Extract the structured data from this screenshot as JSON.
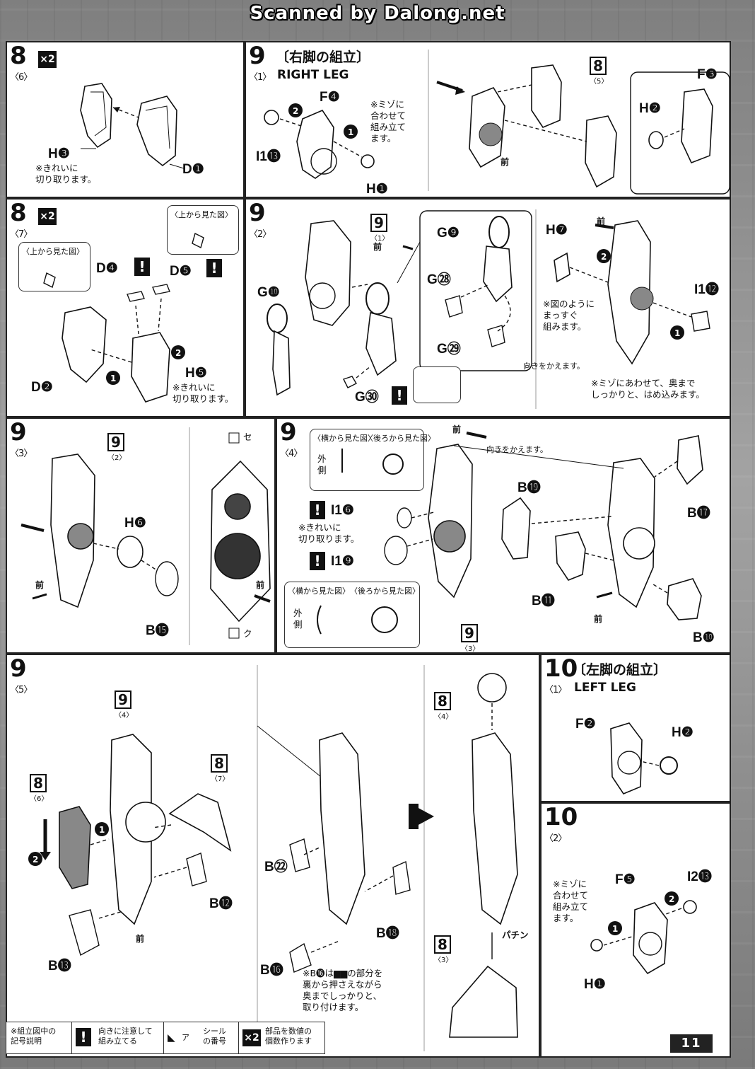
{
  "banner": "Scanned by Dalong.net",
  "page_number": "11",
  "steps": {
    "s8a": {
      "num": "8",
      "sub": "〈6〉",
      "mult": "×2",
      "h3": "H❸",
      "d1": "D❶",
      "note": "※きれいに\n切り取ります。"
    },
    "s9_1": {
      "num": "9",
      "sub": "〈1〉",
      "title_jp": "〔右脚の組立〕",
      "title_en": "RIGHT LEG",
      "f4": "F❹",
      "i1_13": "I1⓭",
      "h1": "H❶",
      "note": "※ミゾに\n合わせて\n組み立て\nます。",
      "ref_num": "8",
      "ref_sub": "〈5〉",
      "h2": "H❷",
      "f3": "F❸",
      "mae": "前"
    },
    "s8b": {
      "num": "8",
      "sub": "〈7〉",
      "mult": "×2",
      "view_top": "〈上から見た図〉",
      "view_top2": "〈上から見た図〉",
      "d4": "D❹",
      "d5": "D❺",
      "d2": "D❷",
      "h5": "H❺",
      "note": "※きれいに\n切り取ります。"
    },
    "s9_2": {
      "num": "9",
      "sub": "〈2〉",
      "g10": "G❿",
      "g9": "G❾",
      "g28": "G㉘",
      "g29": "G㉙",
      "g30": "G㉚",
      "ref_num": "9",
      "ref_sub": "〈1〉",
      "mae1": "前",
      "mae2": "前",
      "h7": "H❼",
      "i1_12": "I1⓬",
      "note1": "※図のように\nまっすぐ\n組みます。",
      "note2": "向きをかえます。",
      "note3": "※ミゾにあわせて、奥まで\nしっかりと、はめ込みます。"
    },
    "s9_3": {
      "num": "9",
      "sub": "〈3〉",
      "ref_num": "9",
      "ref_sub": "〈2〉",
      "h6": "H❻",
      "b15": "B⓯",
      "mae": "前",
      "mae2": "前",
      "seal_top": "セ",
      "seal_bottom": "ク"
    },
    "s9_4": {
      "num": "9",
      "sub": "〈4〉",
      "view_side": "〈横から見た図〉",
      "view_back": "〈後ろから見た図〉",
      "outside": "外\n側",
      "view_side2": "〈横から見た図〉",
      "view_back2": "〈後ろから見た図〉",
      "outside2": "外\n側",
      "i1_6": "I1❻",
      "i1_9": "I1❾",
      "note": "※きれいに\n切り取ります。",
      "mae1": "前",
      "mae2": "前",
      "turn": "向きをかえます。",
      "b19": "B⓳",
      "b17": "B⓱",
      "b11": "B⓫",
      "b10": "B❿",
      "ref_num": "9",
      "ref_sub": "〈3〉"
    },
    "s9_5": {
      "num": "9",
      "sub": "〈5〉",
      "ref_a_num": "9",
      "ref_a_sub": "〈4〉",
      "ref_b_num": "8",
      "ref_b_sub": "〈6〉",
      "ref_c_num": "8",
      "ref_c_sub": "〈7〉",
      "ref_d_num": "8",
      "ref_d_sub": "〈4〉",
      "ref_e_num": "8",
      "ref_e_sub": "〈3〉",
      "b12": "B⓬",
      "b13": "B⓭",
      "b22": "B㉒",
      "b18": "B⓲",
      "b16": "B⓰",
      "mae": "前",
      "pachin": "パチン",
      "note": "※B⓰は▆▆の部分を\n裏から押さえながら\n奥までしっかりと、\n取り付けます。"
    },
    "s10_1": {
      "num": "10",
      "sub": "〈1〉",
      "title_jp": "〔左脚の組立〕",
      "title_en": "LEFT LEG",
      "f2": "F❷",
      "h2": "H❷"
    },
    "s10_2": {
      "num": "10",
      "sub": "〈2〉",
      "f5": "F❺",
      "i2_13": "I2⓭",
      "h1": "H❶",
      "note": "※ミゾに\n合わせて\n組み立て\nます。"
    }
  },
  "legend": {
    "title": "※組立図中の\n記号説明",
    "caution_mark": "!",
    "caution_text": "向きに注意して\n組み立てる",
    "seal_mark": "ア",
    "seal_text": "シール\nの番号",
    "mult_mark": "×2",
    "mult_text": "部品を数値の\n個数作ります"
  }
}
